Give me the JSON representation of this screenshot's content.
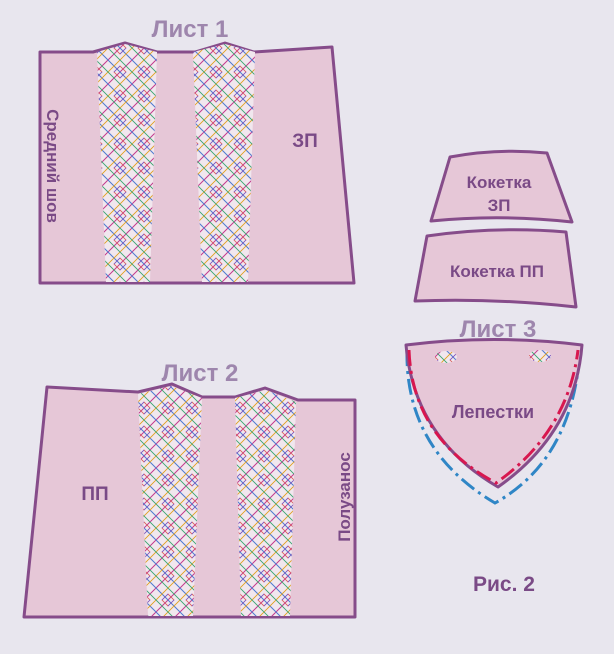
{
  "colors": {
    "background": "#e8e6ee",
    "piece_fill": "#e6c7d7",
    "piece_stroke": "#864c8a",
    "label": "#7a4a86",
    "sheet_title": "#9e86ad",
    "seam_red": "#d8174f",
    "seam_blue": "#2f86c6"
  },
  "sheet1": {
    "title": "Лист 1",
    "left_label": "Средний шов",
    "right_label": "ЗП"
  },
  "sheet2": {
    "title": "Лист 2",
    "left_label": "ПП",
    "right_label": "Полузанос"
  },
  "yoke_back": {
    "line1": "Кокетка",
    "line2": "ЗП"
  },
  "yoke_front": {
    "label": "Кокетка ПП"
  },
  "sheet3": {
    "title": "Лист 3",
    "label": "Лепестки"
  },
  "figure_caption": "Рис. 2"
}
